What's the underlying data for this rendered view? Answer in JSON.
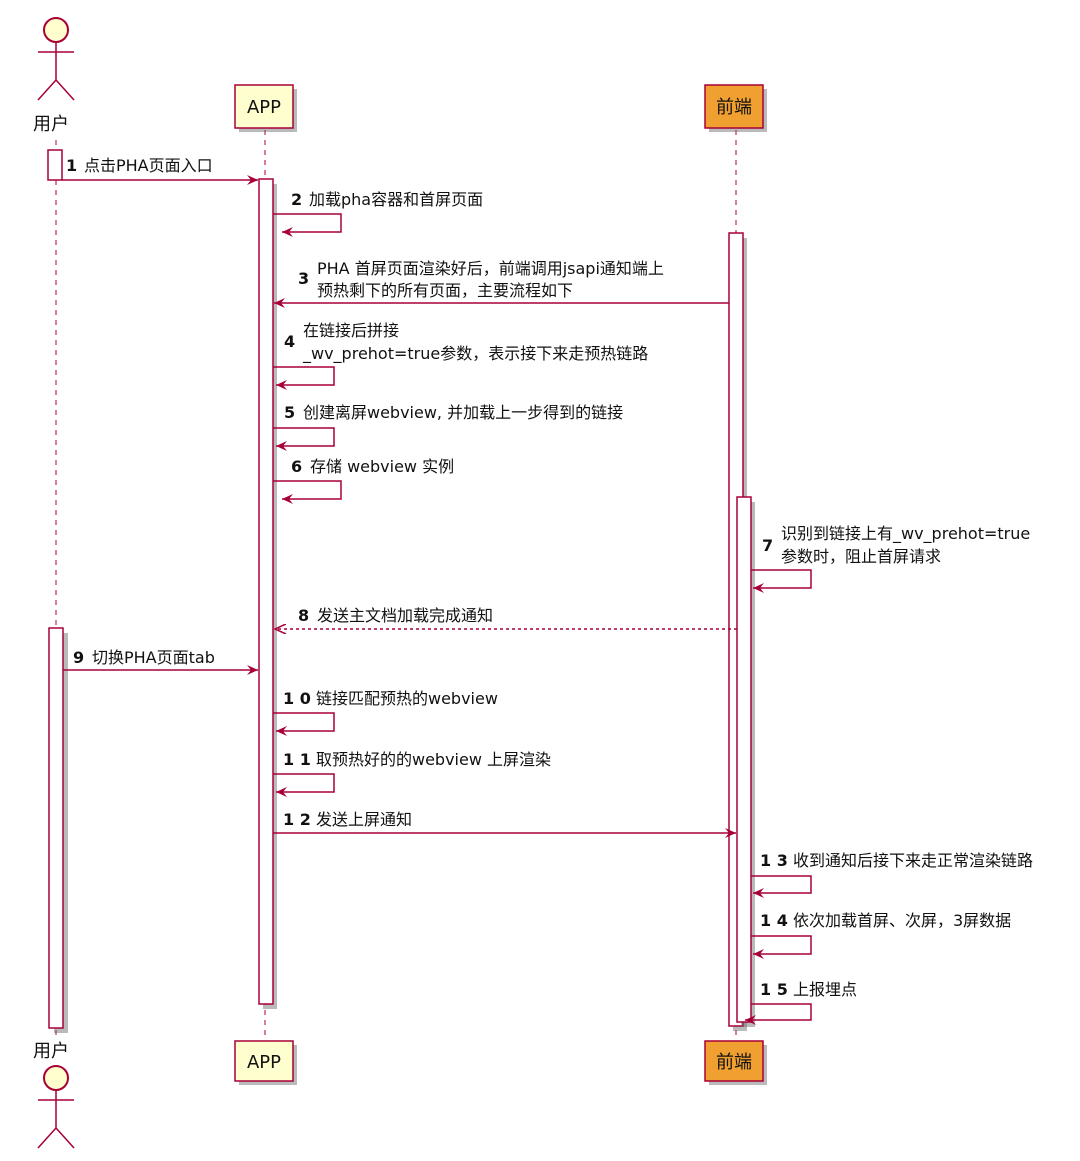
{
  "participants": {
    "user": {
      "label": "用户",
      "type": "actor"
    },
    "app": {
      "label": "APP",
      "type": "participant"
    },
    "frontend": {
      "label": "前端",
      "type": "participant"
    }
  },
  "colors": {
    "line": "#A80036",
    "box_fill": "#FEFECE",
    "frontend_fill": "#F0A030"
  },
  "messages": [
    {
      "num": "1",
      "lines": [
        "点击PHA页面入口"
      ]
    },
    {
      "num": "2",
      "lines": [
        "加载pha容器和首屏页面"
      ]
    },
    {
      "num": "3",
      "lines": [
        "PHA 首屏页面渲染好后，前端调用jsapi通知端上",
        "预热剩下的所有页面，主要流程如下"
      ]
    },
    {
      "num": "4",
      "lines": [
        "在链接后拼接",
        "_wv_prehot=true参数，表示接下来走预热链路"
      ]
    },
    {
      "num": "5",
      "lines": [
        "创建离屏webview, 并加载上一步得到的链接"
      ]
    },
    {
      "num": "6",
      "lines": [
        "存储 webview 实例"
      ]
    },
    {
      "num": "7",
      "lines": [
        "识别到链接上有_wv_prehot=true",
        "参数时，阻止首屏请求"
      ]
    },
    {
      "num": "8",
      "lines": [
        "发送主文档加载完成通知"
      ]
    },
    {
      "num": "9",
      "lines": [
        "切换PHA页面tab"
      ]
    },
    {
      "num": "1 0",
      "lines": [
        "链接匹配预热的webview"
      ]
    },
    {
      "num": "1 1",
      "lines": [
        "取预热好的的webview 上屏渲染"
      ]
    },
    {
      "num": "1 2",
      "lines": [
        "发送上屏通知"
      ]
    },
    {
      "num": "1 3",
      "lines": [
        "收到通知后接下来走正常渲染链路"
      ]
    },
    {
      "num": "1 4",
      "lines": [
        "依次加载首屏、次屏，3屏数据"
      ]
    },
    {
      "num": "1 5",
      "lines": [
        "上报埋点"
      ]
    }
  ]
}
